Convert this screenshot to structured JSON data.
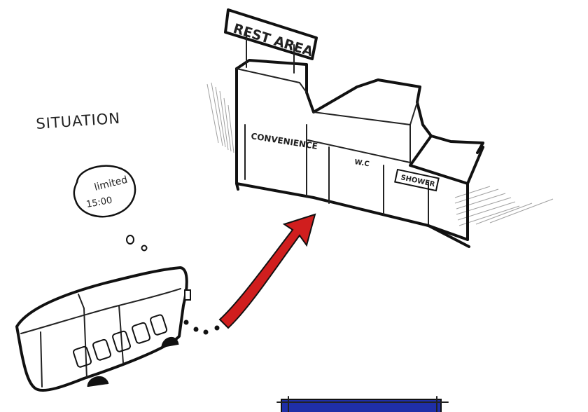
{
  "sign_text": "REST AREA",
  "situation_label": "SITUATION",
  "thought_line1": "limited",
  "thought_line2": "15:00",
  "building_labels": {
    "convenience": "CONVENIENCE",
    "wc": "W.C",
    "shower": "SHOWER"
  },
  "colors": {
    "ink": "#111111",
    "arrow": "#d01e1e",
    "board": "#1f2fa8",
    "paper": "#ffffff"
  }
}
